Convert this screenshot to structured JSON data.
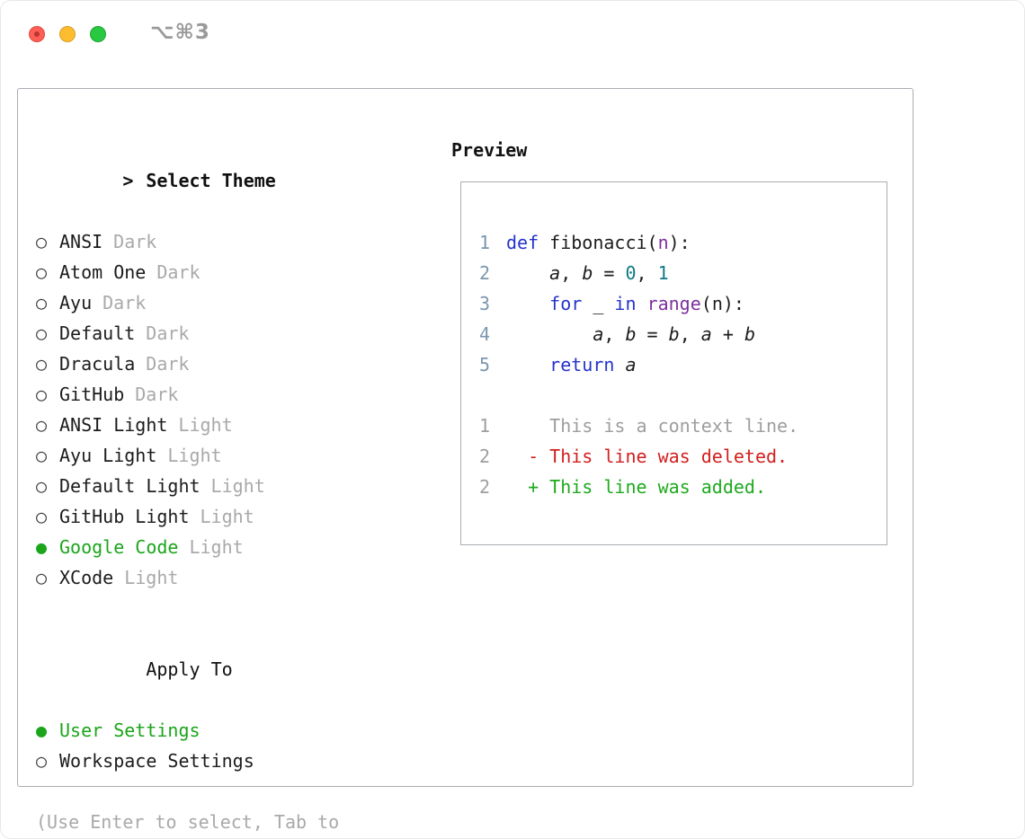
{
  "window": {
    "shortcut": "⌥⌘3"
  },
  "colors": {
    "text": "#1c1c1c",
    "muted": "#a9a9a9",
    "accent-green": "#1ba51b",
    "keyword": "#2433cc",
    "purple": "#7d2f9e",
    "number": "#0e7a86",
    "linenum-code": "#7b96ad",
    "linenum-diff": "#9e9e9e",
    "context": "#9e9e9e",
    "deleted": "#d21f1f",
    "added": "#1faa1f"
  },
  "theme_selector": {
    "prompt": ">",
    "title": "Select Theme",
    "items": [
      {
        "name": "ANSI",
        "variant": "Dark",
        "selected": false
      },
      {
        "name": "Atom One",
        "variant": "Dark",
        "selected": false
      },
      {
        "name": "Ayu",
        "variant": "Dark",
        "selected": false
      },
      {
        "name": "Default",
        "variant": "Dark",
        "selected": false
      },
      {
        "name": "Dracula",
        "variant": "Dark",
        "selected": false
      },
      {
        "name": "GitHub",
        "variant": "Dark",
        "selected": false
      },
      {
        "name": "ANSI Light",
        "variant": "Light",
        "selected": false
      },
      {
        "name": "Ayu Light",
        "variant": "Light",
        "selected": false
      },
      {
        "name": "Default Light",
        "variant": "Light",
        "selected": false
      },
      {
        "name": "GitHub Light",
        "variant": "Light",
        "selected": false
      },
      {
        "name": "Google Code",
        "variant": "Light",
        "selected": true
      },
      {
        "name": "XCode",
        "variant": "Light",
        "selected": false
      }
    ]
  },
  "apply_to": {
    "title": "Apply To",
    "options": [
      {
        "label": "User Settings",
        "selected": true
      },
      {
        "label": "Workspace Settings",
        "selected": false
      }
    ]
  },
  "hint": "(Use Enter to select, Tab to change focus)",
  "preview": {
    "title": "Preview",
    "code_lines": [
      {
        "num": "1",
        "tokens": [
          {
            "t": "def",
            "c": "kw"
          },
          {
            "t": " fibonacci(",
            "c": "plain"
          },
          {
            "t": "n",
            "c": "purple"
          },
          {
            "t": "):",
            "c": "plain"
          }
        ]
      },
      {
        "num": "2",
        "tokens": [
          {
            "t": "    ",
            "c": "plain"
          },
          {
            "t": "a",
            "c": "var"
          },
          {
            "t": ", ",
            "c": "plain"
          },
          {
            "t": "b",
            "c": "var"
          },
          {
            "t": " = ",
            "c": "plain"
          },
          {
            "t": "0",
            "c": "num"
          },
          {
            "t": ", ",
            "c": "plain"
          },
          {
            "t": "1",
            "c": "num"
          }
        ]
      },
      {
        "num": "3",
        "tokens": [
          {
            "t": "    ",
            "c": "plain"
          },
          {
            "t": "for",
            "c": "kw"
          },
          {
            "t": " _ ",
            "c": "plain"
          },
          {
            "t": "in",
            "c": "kw"
          },
          {
            "t": " ",
            "c": "plain"
          },
          {
            "t": "range",
            "c": "purple"
          },
          {
            "t": "(n):",
            "c": "plain"
          }
        ]
      },
      {
        "num": "4",
        "tokens": [
          {
            "t": "        ",
            "c": "plain"
          },
          {
            "t": "a",
            "c": "var"
          },
          {
            "t": ", ",
            "c": "plain"
          },
          {
            "t": "b",
            "c": "var"
          },
          {
            "t": " = ",
            "c": "plain"
          },
          {
            "t": "b",
            "c": "var"
          },
          {
            "t": ", ",
            "c": "plain"
          },
          {
            "t": "a",
            "c": "var"
          },
          {
            "t": " + ",
            "c": "plain"
          },
          {
            "t": "b",
            "c": "var"
          }
        ]
      },
      {
        "num": "5",
        "tokens": [
          {
            "t": "    ",
            "c": "plain"
          },
          {
            "t": "return",
            "c": "kw"
          },
          {
            "t": " ",
            "c": "plain"
          },
          {
            "t": "a",
            "c": "var"
          }
        ]
      }
    ],
    "diff_lines": [
      {
        "num": "1",
        "marker": "    ",
        "text": "This is a context line.",
        "type": "context"
      },
      {
        "num": "2",
        "marker": "  - ",
        "text": "This line was deleted.",
        "type": "deleted"
      },
      {
        "num": "2",
        "marker": "  + ",
        "text": "This line was added.",
        "type": "added"
      }
    ]
  }
}
